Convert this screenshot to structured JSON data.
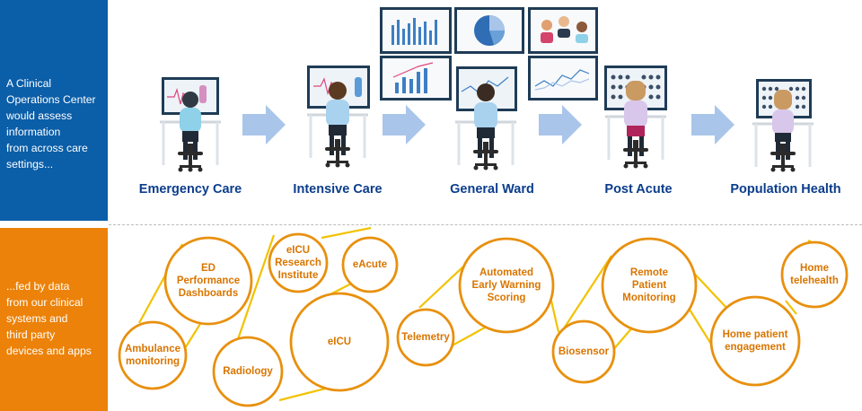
{
  "top_panel": {
    "text": "A Clinical\nOperations Center\nwould assess\ninformation\nfrom across care\nsettings..."
  },
  "bottom_panel": {
    "text": "...fed by data\nfrom our clinical\nsystems and\nthird party\ndevices and apps"
  },
  "stages": [
    {
      "label": "Emergency Care"
    },
    {
      "label": "Intensive Care"
    },
    {
      "label": "General Ward"
    },
    {
      "label": "Post Acute"
    },
    {
      "label": "Population Health"
    }
  ],
  "bubbles": [
    {
      "label": "Ambulance\nmonitoring"
    },
    {
      "label": "ED\nPerformance\nDashboards"
    },
    {
      "label": "Radiology"
    },
    {
      "label": "eICU\nResearch\nInstitute"
    },
    {
      "label": "eICU"
    },
    {
      "label": "eAcute"
    },
    {
      "label": "Telemetry"
    },
    {
      "label": "Automated\nEarly Warning\nScoring"
    },
    {
      "label": "Biosensor"
    },
    {
      "label": "Remote\nPatient\nMonitoring"
    },
    {
      "label": "Home patient\nengagement"
    },
    {
      "label": "Home\ntelehealth"
    }
  ],
  "colors": {
    "panel_blue": "#0b5ea8",
    "panel_orange": "#ec8209",
    "stage_label": "#0b3d8c",
    "bubble_stroke": "#e8900e",
    "bubble_text": "#d97500",
    "chain": "#f2c200",
    "arrow": "#a9c5ea",
    "monitor_frame": "#1f3c56"
  }
}
